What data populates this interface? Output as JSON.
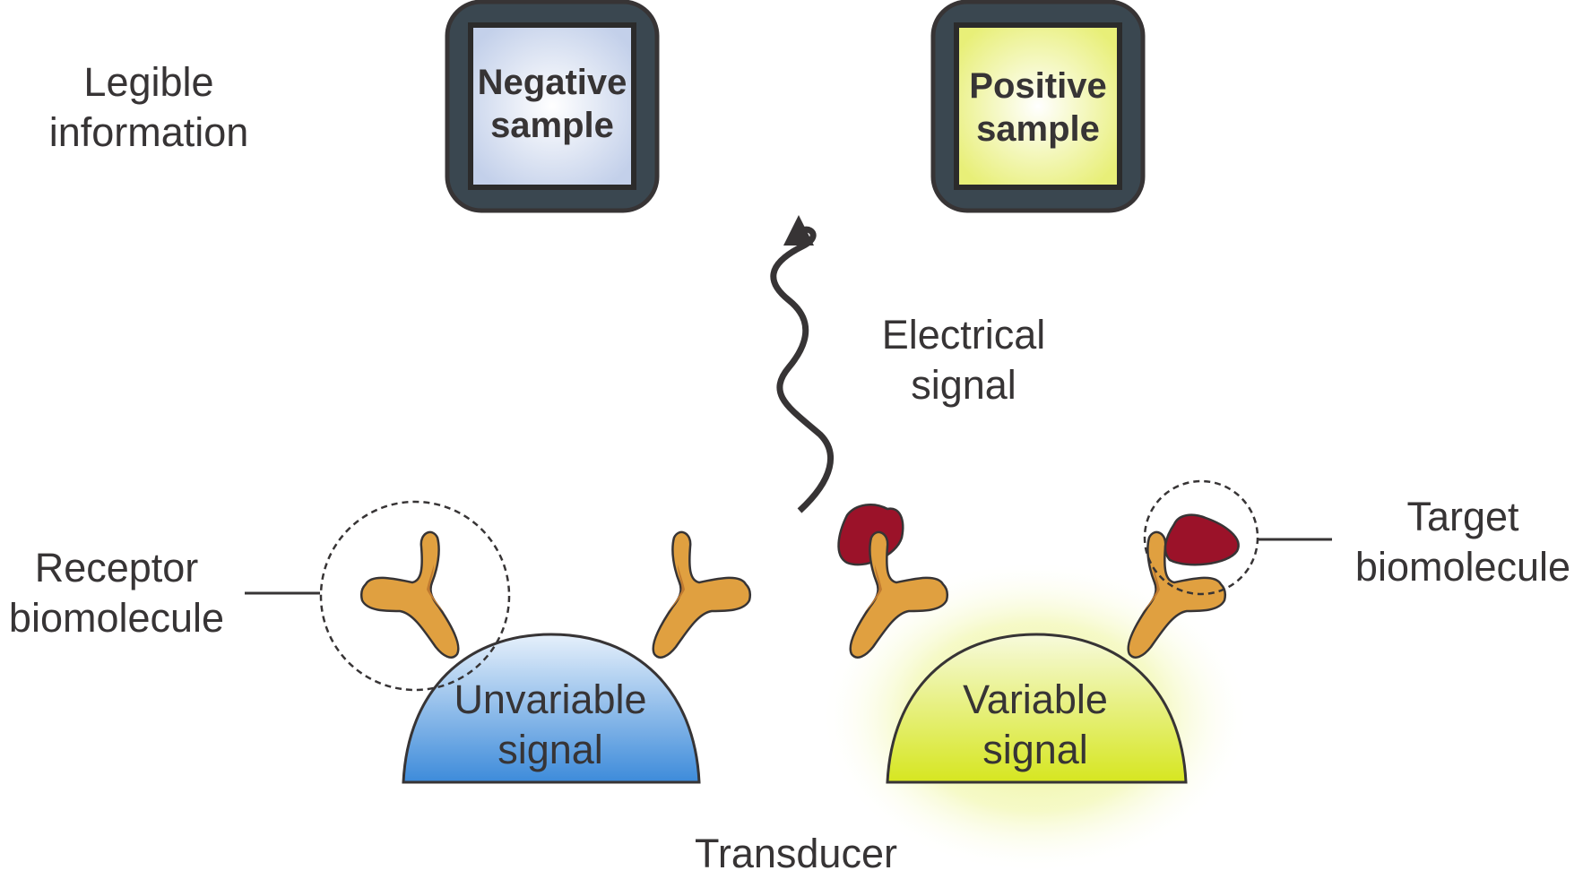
{
  "labels": {
    "legible_line1": "Legible",
    "legible_line2": "information",
    "negative_line1": "Negative",
    "negative_line2": "sample",
    "positive_line1": "Positive",
    "positive_line2": "sample",
    "electrical_line1": "Electrical",
    "electrical_line2": "signal",
    "receptor_line1": "Receptor",
    "receptor_line2": "biomolecule",
    "target_line1": "Target",
    "target_line2": "biomolecule",
    "unvariable_line1": "Unvariable",
    "unvariable_line2": "signal",
    "variable_line1": "Variable",
    "variable_line2": "signal",
    "transducer": "Transducer"
  },
  "colors": {
    "text": "#373435",
    "frame": "#3a4750",
    "negative_fill": "#c3d0ea",
    "positive_fill": "#e8ef78",
    "antibody": "#e0a040",
    "antibody_shadow": "#c07a30",
    "target": "#9b1229",
    "unvariable_top": "#e6f0fb",
    "unvariable_bottom": "#3d8bda",
    "variable_top": "#f7fadc",
    "variable_bottom": "#d6e620"
  }
}
